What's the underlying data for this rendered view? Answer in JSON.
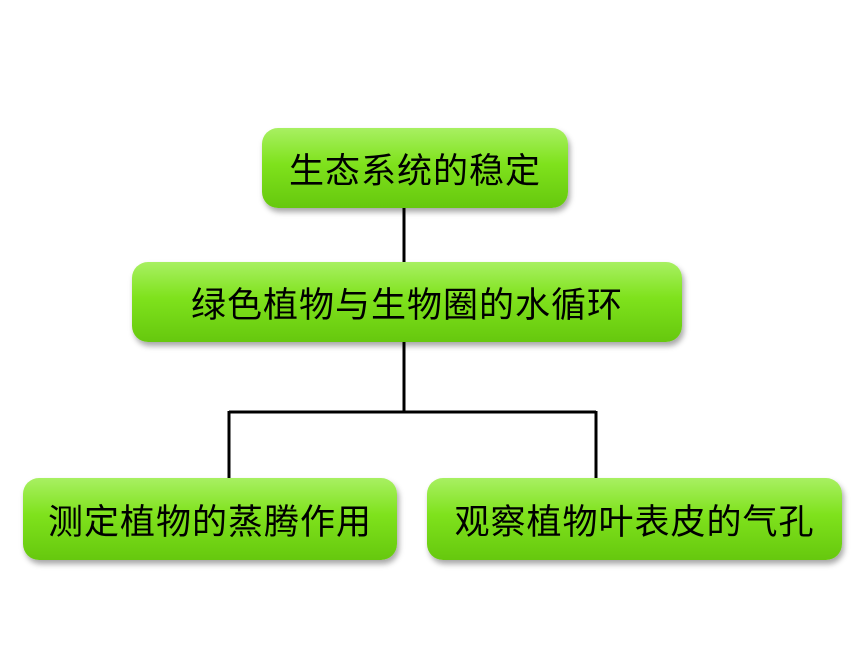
{
  "diagram": {
    "root": {
      "label": "生态系统的稳定"
    },
    "middle": {
      "label": "绿色植物与生物圈的水循环"
    },
    "children": [
      {
        "label": "测定植物的蒸腾作用"
      },
      {
        "label": "观察植物叶表皮的气孔"
      }
    ]
  }
}
